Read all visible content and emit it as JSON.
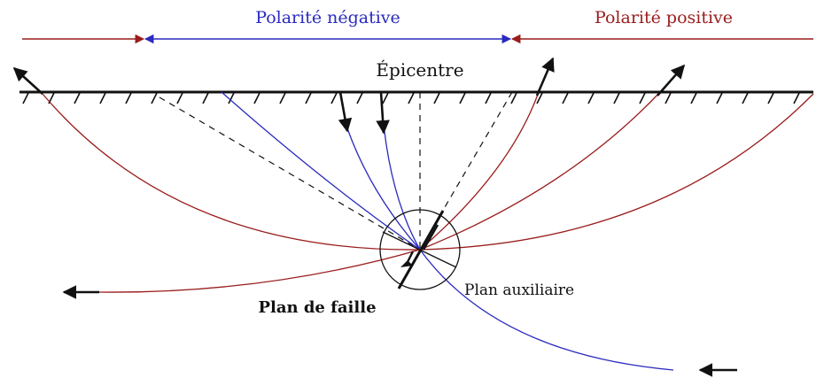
{
  "labels": {
    "negative_polarity": "Polarité négative",
    "positive_polarity": "Polarité positive",
    "epicenter": "Épicentre",
    "fault_plane": "Plan de faille",
    "auxiliary_plane": "Plan auxiliaire"
  },
  "colors": {
    "negative": "#2a2ac0",
    "positive": "#9a1c1c",
    "ink": "#111111"
  }
}
